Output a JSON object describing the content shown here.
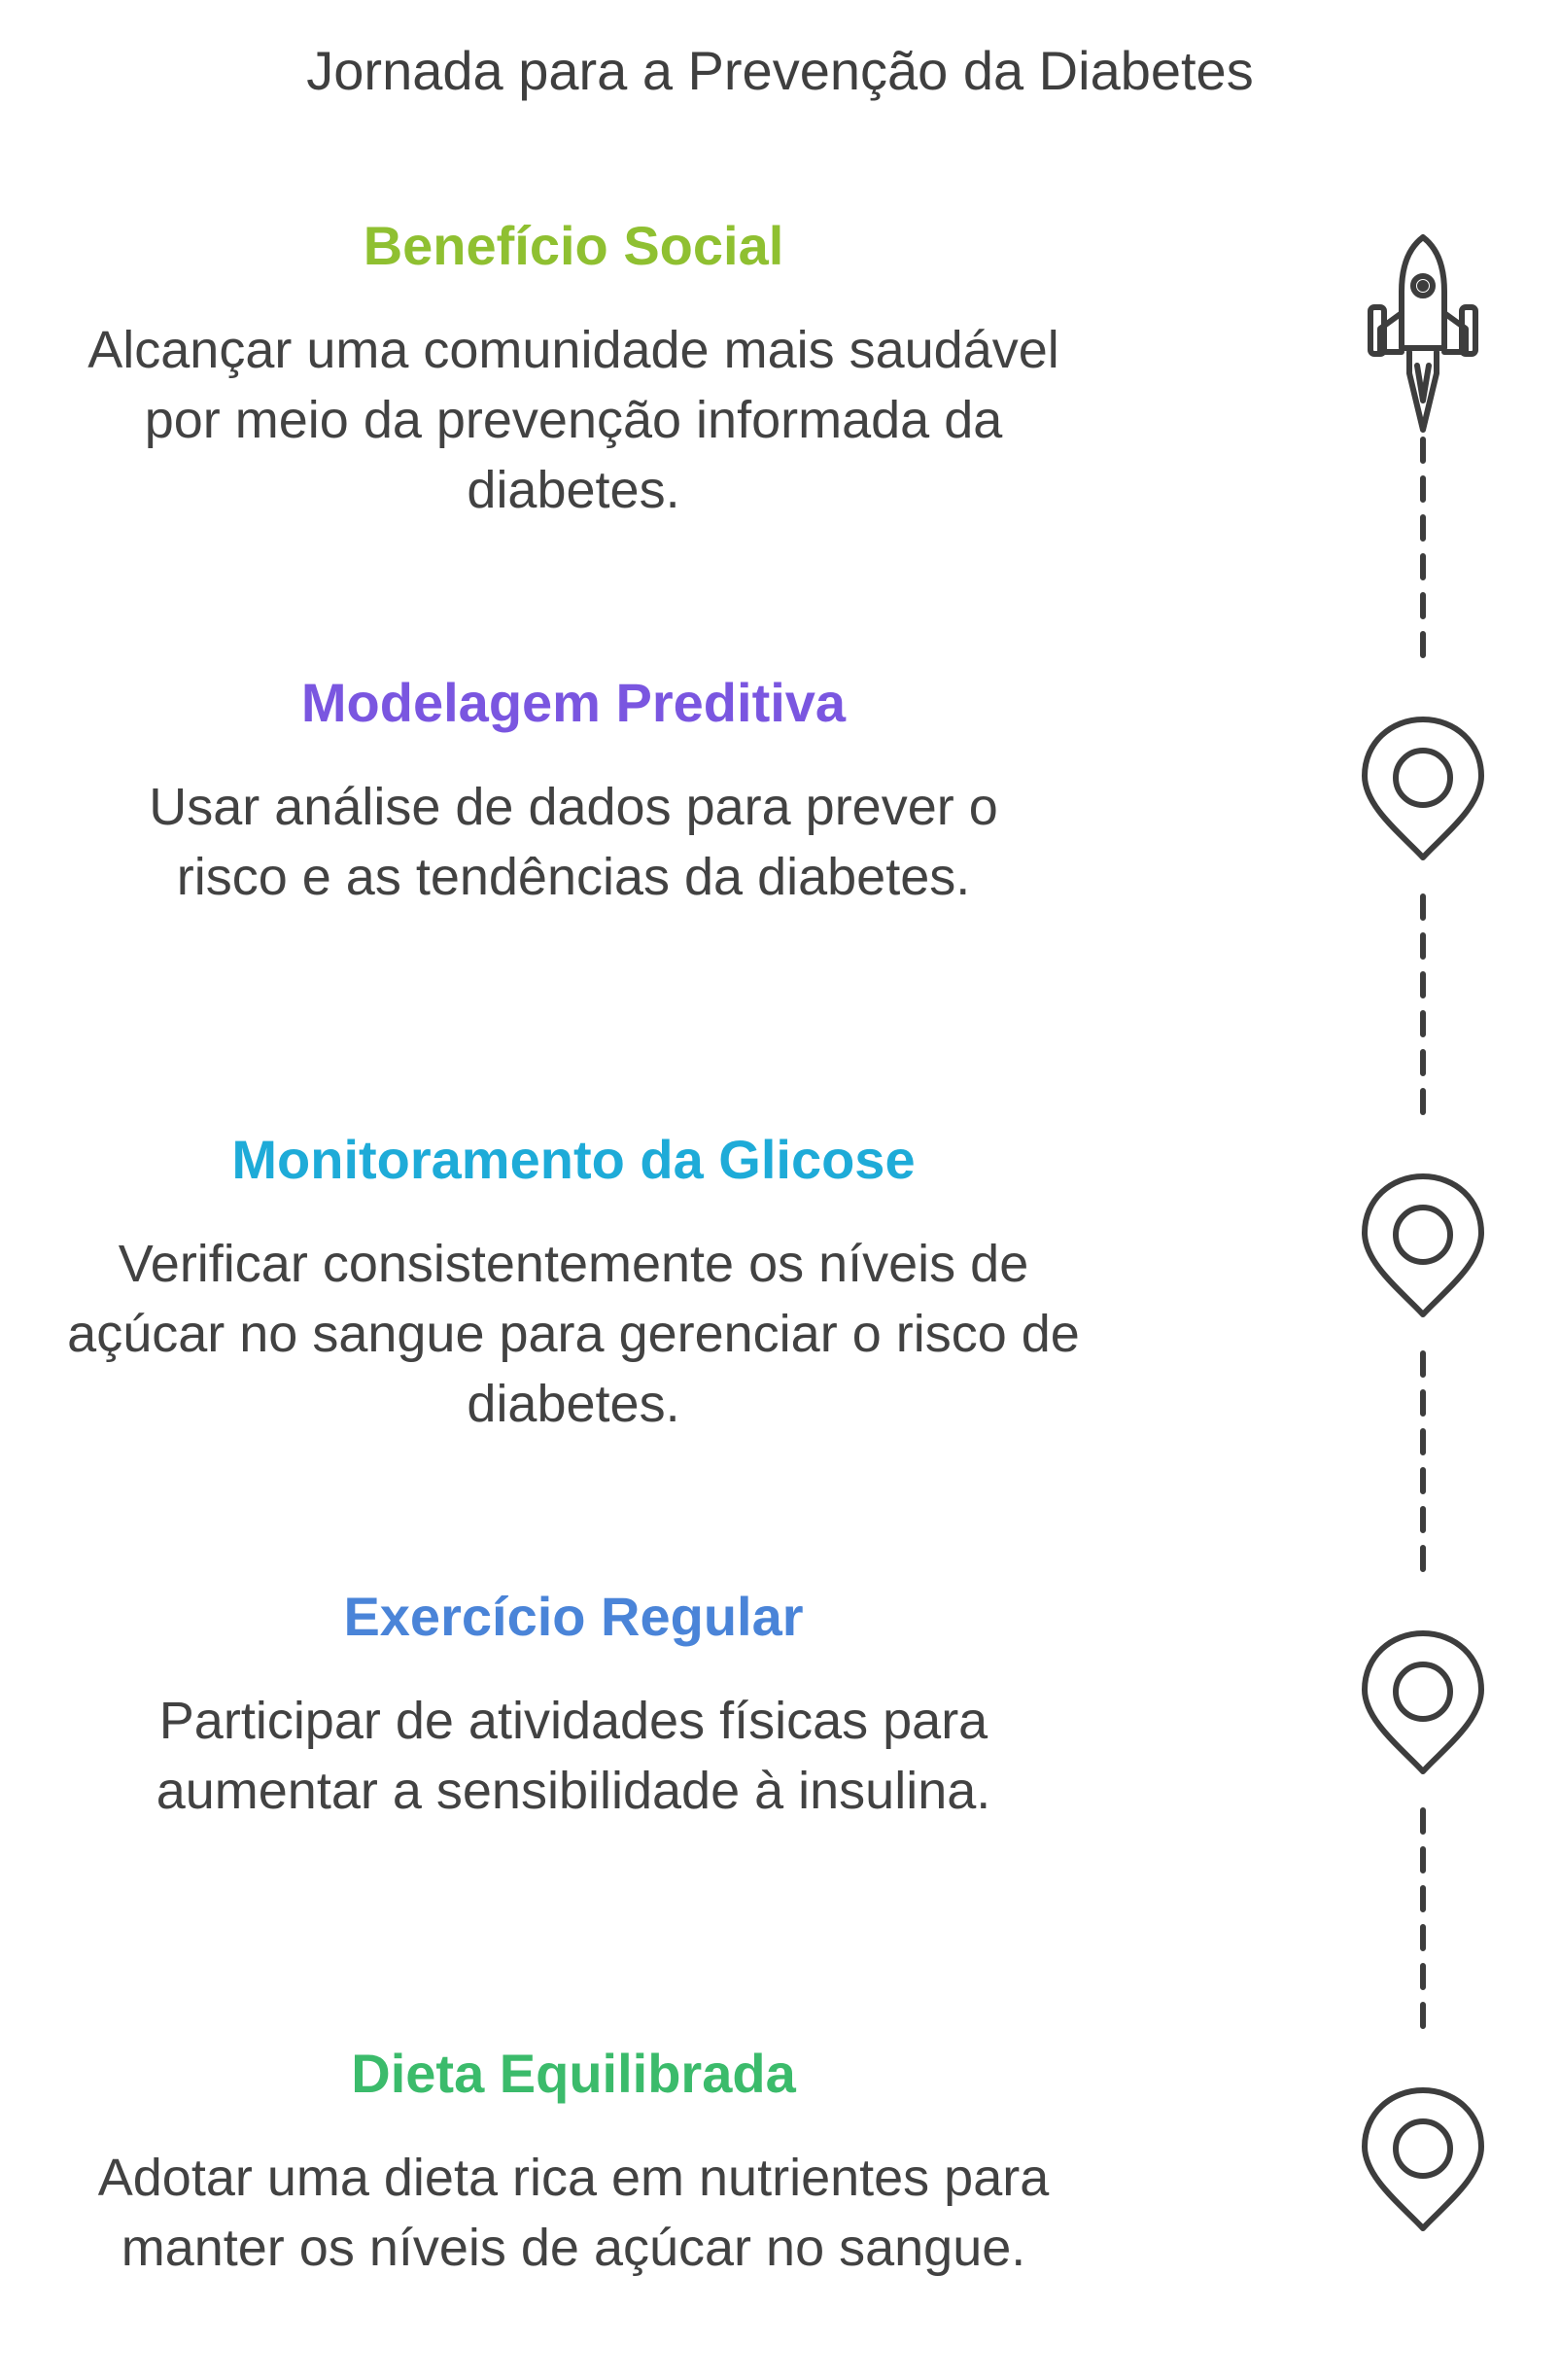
{
  "title": "Jornada para a Prevenção da Diabetes",
  "colors": {
    "icon": "#3d3d3d",
    "step_0": "#8fc031",
    "step_1": "#7a56e0",
    "step_2": "#1eabd8",
    "step_3": "#4a84d8",
    "step_4": "#3bbb6b"
  },
  "steps": [
    {
      "heading": "Benefício Social",
      "description": "Alcançar uma comunidade mais saudável por meio da prevenção informada da diabetes.",
      "icon": "rocket-icon"
    },
    {
      "heading": "Modelagem Preditiva",
      "description": "Usar análise de dados para prever o risco e as tendências da diabetes.",
      "icon": "map-pin-icon"
    },
    {
      "heading": "Monitoramento da Glicose",
      "description": "Verificar consistentemente os níveis de açúcar no sangue para gerenciar o risco de diabetes.",
      "icon": "map-pin-icon"
    },
    {
      "heading": "Exercício Regular",
      "description": "Participar de atividades físicas para aumentar a sensibilidade à insulina.",
      "icon": "map-pin-icon"
    },
    {
      "heading": "Dieta Equilibrada",
      "description": "Adotar uma dieta rica em nutrientes para manter os níveis de açúcar no sangue.",
      "icon": "map-pin-icon"
    }
  ]
}
